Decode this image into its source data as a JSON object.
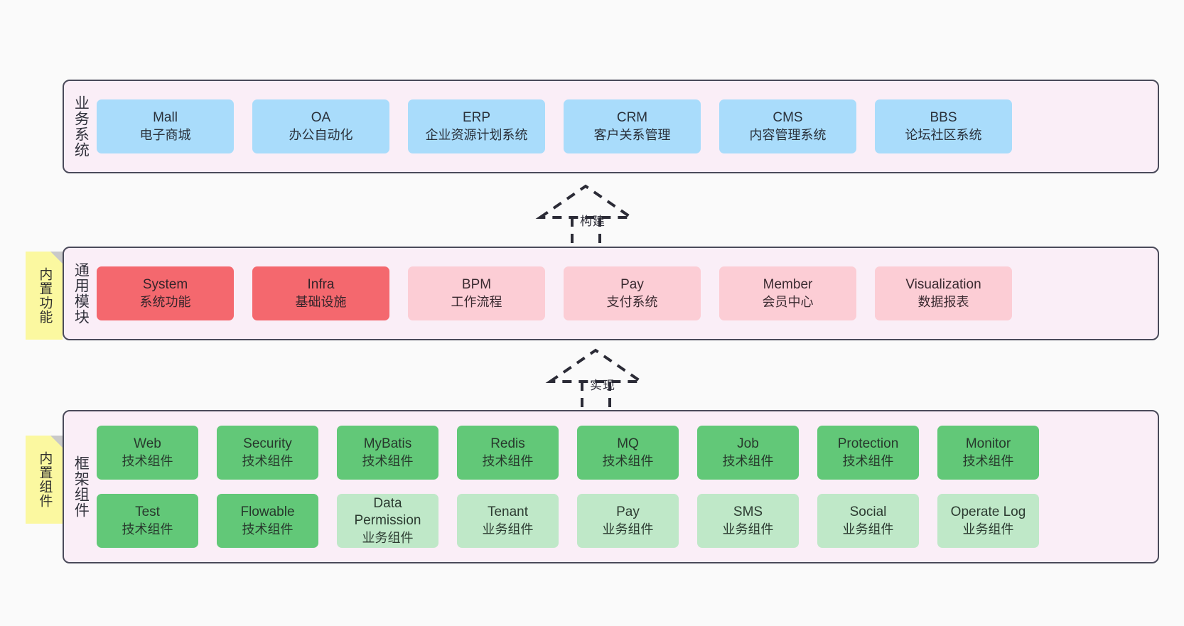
{
  "diagram": {
    "background_color": "#fafafa",
    "layer_border_color": "#4a4a5a",
    "layer_fill_color": "#faeef7",
    "note_fill_color": "#fbf8a0"
  },
  "layers": [
    {
      "id": "business",
      "label": "业务系统",
      "accent": "#a9dcfb",
      "rows": [
        [
          {
            "title": "Mall",
            "subtitle": "电子商城",
            "style": "c-blue"
          },
          {
            "title": "OA",
            "subtitle": "办公自动化",
            "style": "c-blue"
          },
          {
            "title": "ERP",
            "subtitle": "企业资源计划系统",
            "style": "c-blue"
          },
          {
            "title": "CRM",
            "subtitle": "客户关系管理",
            "style": "c-blue"
          },
          {
            "title": "CMS",
            "subtitle": "内容管理系统",
            "style": "c-blue"
          },
          {
            "title": "BBS",
            "subtitle": "论坛社区系统",
            "style": "c-blue"
          }
        ]
      ]
    },
    {
      "id": "common",
      "label": "通用模块",
      "note": "内置功能",
      "accent": "#f4686e",
      "rows": [
        [
          {
            "title": "System",
            "subtitle": "系统功能",
            "style": "c-red"
          },
          {
            "title": "Infra",
            "subtitle": "基础设施",
            "style": "c-red"
          },
          {
            "title": "BPM",
            "subtitle": "工作流程",
            "style": "c-pink"
          },
          {
            "title": "Pay",
            "subtitle": "支付系统",
            "style": "c-pink"
          },
          {
            "title": "Member",
            "subtitle": "会员中心",
            "style": "c-pink"
          },
          {
            "title": "Visualization",
            "subtitle": "数据报表",
            "style": "c-pink"
          }
        ]
      ]
    },
    {
      "id": "framework",
      "label": "框架组件",
      "note": "内置组件",
      "accent": "#62c878",
      "rows": [
        [
          {
            "title": "Web",
            "subtitle": "技术组件",
            "style": "c-green"
          },
          {
            "title": "Security",
            "subtitle": "技术组件",
            "style": "c-green"
          },
          {
            "title": "MyBatis",
            "subtitle": "技术组件",
            "style": "c-green"
          },
          {
            "title": "Redis",
            "subtitle": "技术组件",
            "style": "c-green"
          },
          {
            "title": "MQ",
            "subtitle": "技术组件",
            "style": "c-green"
          },
          {
            "title": "Job",
            "subtitle": "技术组件",
            "style": "c-green"
          },
          {
            "title": "Protection",
            "subtitle": "技术组件",
            "style": "c-green"
          },
          {
            "title": "Monitor",
            "subtitle": "技术组件",
            "style": "c-green"
          }
        ],
        [
          {
            "title": "Test",
            "subtitle": "技术组件",
            "style": "c-green"
          },
          {
            "title": "Flowable",
            "subtitle": "技术组件",
            "style": "c-green"
          },
          {
            "title": "Data",
            "title2": "Permission",
            "subtitle": "业务组件",
            "style": "c-mint"
          },
          {
            "title": "Tenant",
            "subtitle": "业务组件",
            "style": "c-mint"
          },
          {
            "title": "Pay",
            "subtitle": "业务组件",
            "style": "c-mint"
          },
          {
            "title": "SMS",
            "subtitle": "业务组件",
            "style": "c-mint"
          },
          {
            "title": "Social",
            "subtitle": "业务组件",
            "style": "c-mint"
          },
          {
            "title": "Operate Log",
            "subtitle": "业务组件",
            "style": "c-mint"
          }
        ]
      ]
    }
  ],
  "arrows": [
    {
      "id": "build",
      "label": "构建",
      "from": "common",
      "to": "business",
      "style": "dashed-hollow-triangle"
    },
    {
      "id": "realize",
      "label": "实现",
      "from": "framework",
      "to": "common",
      "style": "dashed-hollow-triangle"
    }
  ]
}
